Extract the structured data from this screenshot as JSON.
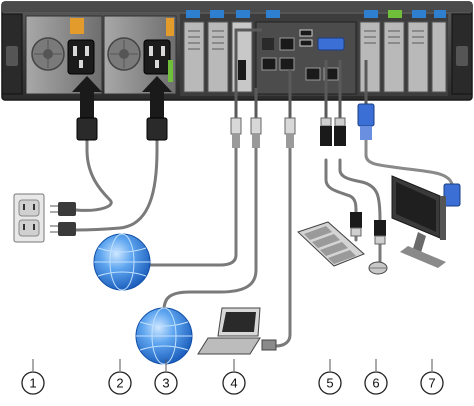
{
  "diagram": {
    "callouts": [
      {
        "id": "power-outlet",
        "label": "1"
      },
      {
        "id": "network-1",
        "label": "2"
      },
      {
        "id": "network-2",
        "label": "3"
      },
      {
        "id": "laptop",
        "label": "4"
      },
      {
        "id": "keyboard",
        "label": "5"
      },
      {
        "id": "mouse",
        "label": "6"
      },
      {
        "id": "monitor",
        "label": "7"
      }
    ],
    "colors": {
      "chassis": "#3a3a3a",
      "psu": "#8f8f8f",
      "pcie_slot": "#b9b9b9",
      "latch_blue": "#2f7fd0",
      "latch_green": "#6fbf3a",
      "power_orange": "#e39b2b",
      "cable": "#7a7a7a",
      "vga_blue": "#3b6fd6",
      "globe_blue": "#1f74d8"
    }
  }
}
